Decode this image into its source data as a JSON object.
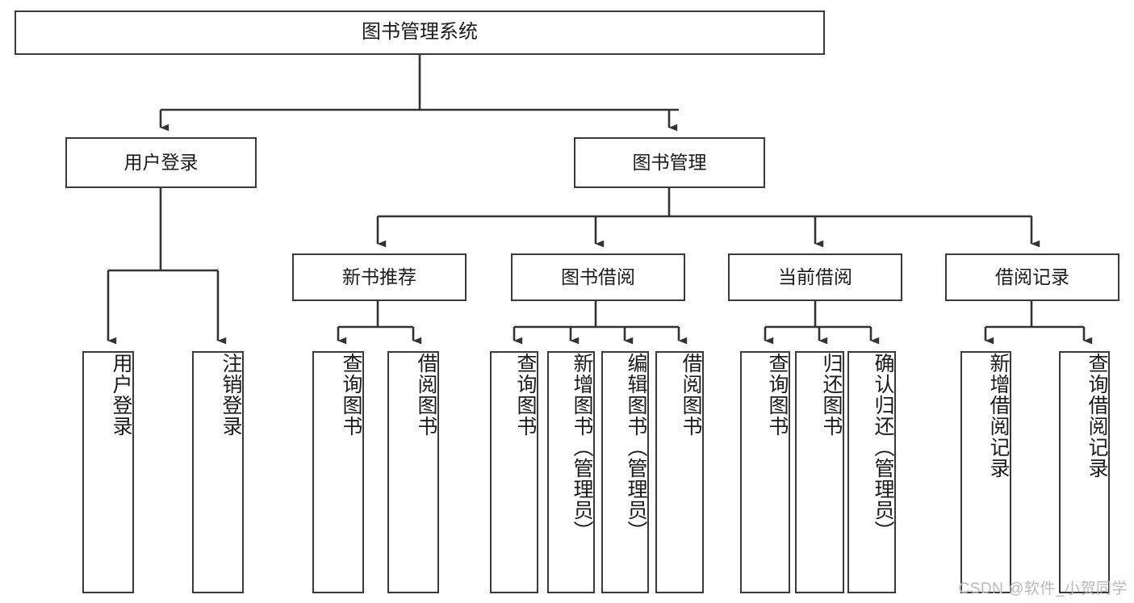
{
  "diagram": {
    "title": "图书管理系统",
    "type": "tree-hierarchy-diagram",
    "watermark": "CSDN @软件_小贺同学",
    "colors": {
      "box_border": "#3a3a3a",
      "box_fill": "#ffffff",
      "connector": "#333333",
      "text": "#1b1b1b",
      "watermark": "#b9b9b9"
    },
    "root": {
      "label": "图书管理系统"
    },
    "level2": [
      {
        "label": "用户登录"
      },
      {
        "label": "图书管理"
      }
    ],
    "level3": [
      {
        "label": "新书推荐"
      },
      {
        "label": "图书借阅"
      },
      {
        "label": "当前借阅"
      },
      {
        "label": "借阅记录"
      }
    ],
    "leaves": {
      "user_login": [
        {
          "label": "用户登录"
        },
        {
          "label": "注销登录"
        }
      ],
      "new_book_recommend": [
        {
          "label": "查询图书"
        },
        {
          "label": "借阅图书"
        }
      ],
      "book_borrow": [
        {
          "label": "查询图书"
        },
        {
          "label": "新增图书（管理员）"
        },
        {
          "label": "编辑图书（管理员）"
        },
        {
          "label": "借阅图书"
        }
      ],
      "current_borrow": [
        {
          "label": "查询图书"
        },
        {
          "label": "归还图书"
        },
        {
          "label": "确认归还（管理员）"
        }
      ],
      "borrow_record": [
        {
          "label": "新增借阅记录"
        },
        {
          "label": "查询借阅记录"
        }
      ]
    }
  }
}
